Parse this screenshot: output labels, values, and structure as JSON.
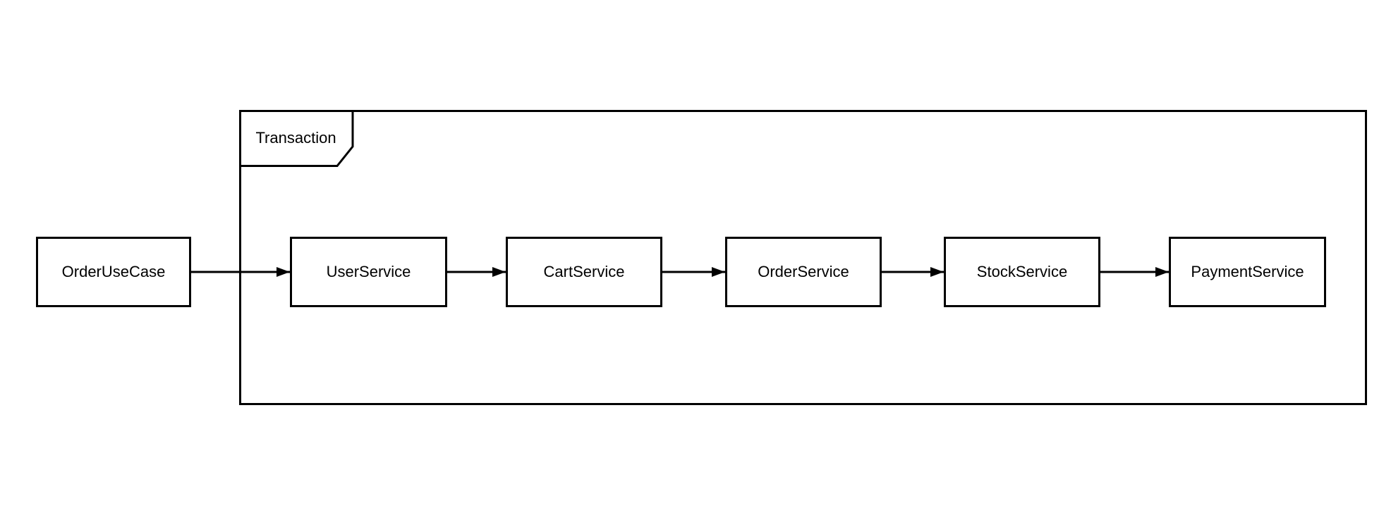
{
  "diagram": {
    "type": "flow-diagram",
    "background_color": "#ffffff",
    "stroke_color": "#000000",
    "text_color": "#000000",
    "container": {
      "label": "Transaction"
    },
    "nodes": [
      {
        "id": "order-use-case",
        "label": "OrderUseCase",
        "inside_container": false
      },
      {
        "id": "user-service",
        "label": "UserService",
        "inside_container": true
      },
      {
        "id": "cart-service",
        "label": "CartService",
        "inside_container": true
      },
      {
        "id": "order-service",
        "label": "OrderService",
        "inside_container": true
      },
      {
        "id": "stock-service",
        "label": "StockService",
        "inside_container": true
      },
      {
        "id": "payment-service",
        "label": "PaymentService",
        "inside_container": true
      }
    ],
    "edges": [
      {
        "from": "OrderUseCase",
        "to": "UserService",
        "style": "solid-arrow"
      },
      {
        "from": "UserService",
        "to": "CartService",
        "style": "solid-arrow"
      },
      {
        "from": "CartService",
        "to": "OrderService",
        "style": "solid-arrow"
      },
      {
        "from": "OrderService",
        "to": "StockService",
        "style": "solid-arrow"
      },
      {
        "from": "StockService",
        "to": "PaymentService",
        "style": "solid-arrow"
      }
    ]
  }
}
